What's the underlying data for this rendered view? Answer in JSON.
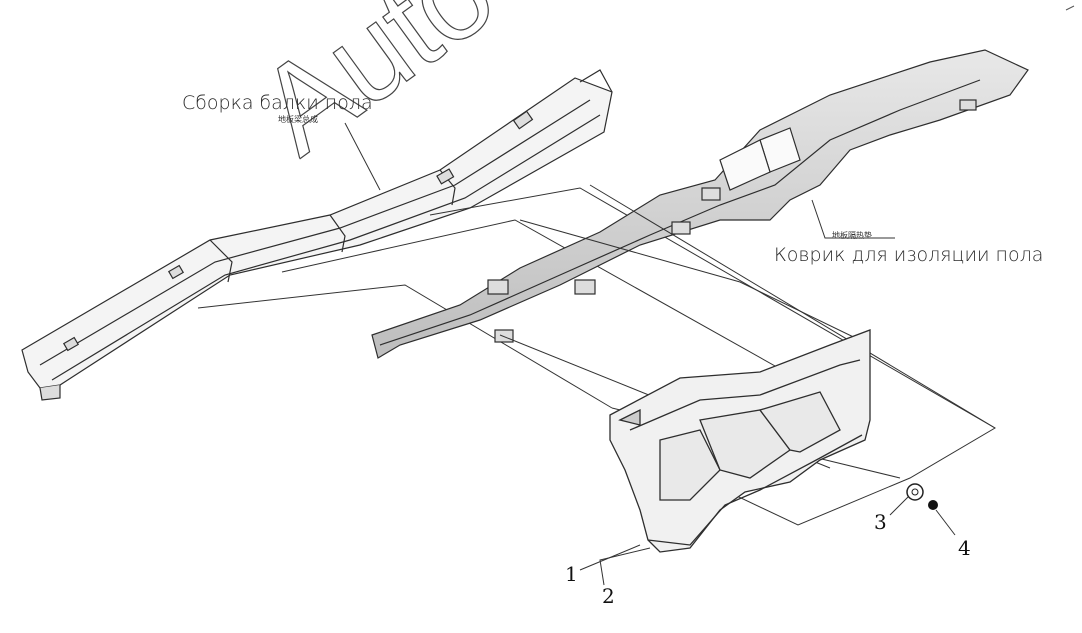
{
  "labels": {
    "floor_beam_ru": "Сборка балки пола",
    "floor_beam_cn": "地板梁总成",
    "floor_mat_ru": "Коврик для изоляции пола",
    "floor_mat_cn": "地板隔热垫"
  },
  "callouts": [
    "1",
    "2",
    "3",
    "4"
  ],
  "watermark": "AutoSoft"
}
